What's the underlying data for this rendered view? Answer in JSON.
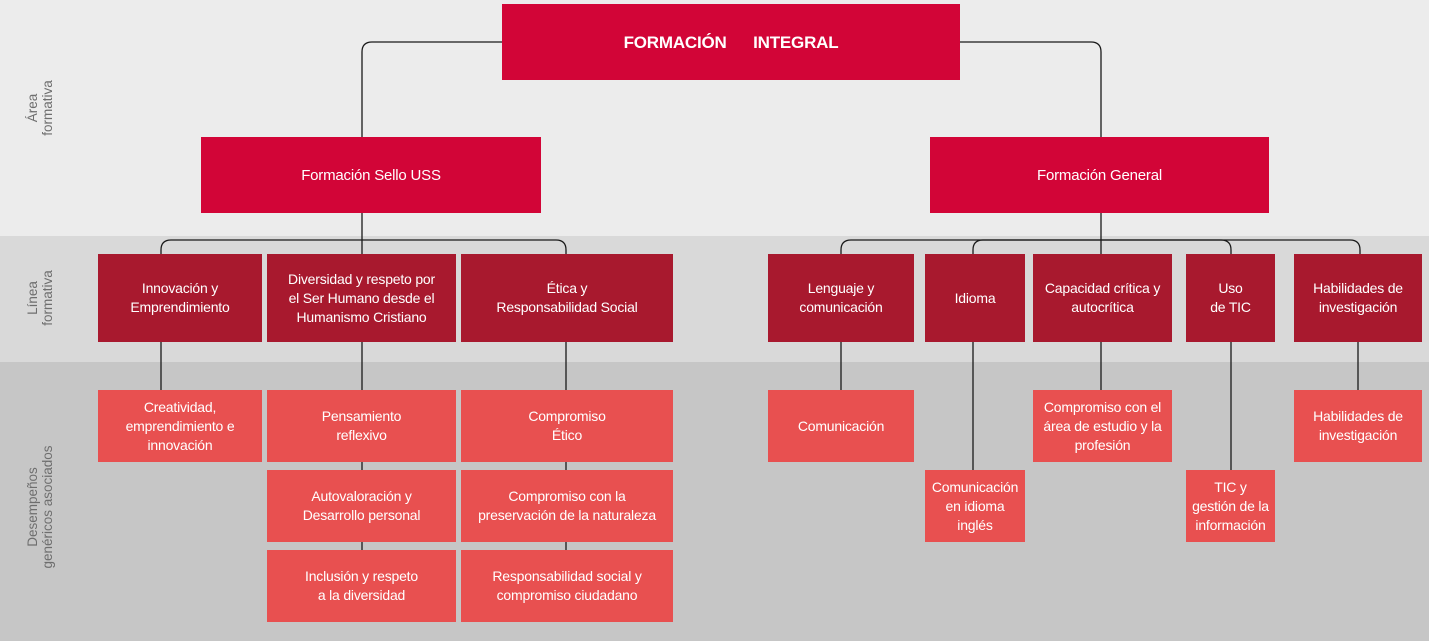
{
  "colors": {
    "root": "#d20537",
    "area": "#d20537",
    "linea": "#a8192e",
    "desempeno": "#e85050",
    "band_area": "#ececec",
    "band_linea": "#d9d9d9",
    "band_desempeno": "#c6c6c6",
    "connector": "#1a1a1a"
  },
  "bands": {
    "area": "Área\nformativa",
    "linea": "Línea\nformativa",
    "desempeno": "Desempeños\ngenéricos asociados"
  },
  "root": "FORMACIÓN INTEGRAL",
  "areas": [
    {
      "label": "Formación Sello USS",
      "lineas": [
        {
          "label": "Innovación y\nEmprendimiento",
          "desempenos": [
            "Creatividad,\nemprendimiento e\ninnovación"
          ]
        },
        {
          "label": "Diversidad y respeto por\nel Ser Humano desde el\nHumanismo Cristiano",
          "desempenos": [
            "Pensamiento\nreflexivo",
            "Autovaloración y\nDesarrollo personal",
            "Inclusión y respeto\na la diversidad"
          ]
        },
        {
          "label": "Ética y\nResponsabilidad Social",
          "desempenos": [
            "Compromiso\nÉtico",
            "Compromiso con la\npreservación de la naturaleza",
            "Responsabilidad social y\ncompromiso ciudadano"
          ]
        }
      ]
    },
    {
      "label": "Formación General",
      "lineas": [
        {
          "label": "Lenguaje y\ncomunicación",
          "desempenos": [
            "Comunicación"
          ]
        },
        {
          "label": "Idioma",
          "desempenos": [
            "Comunicación\nen idioma\ninglés"
          ]
        },
        {
          "label": "Capacidad crítica y\nautocrítica",
          "desempenos": [
            "Compromiso con el\nárea de estudio y la\nprofesión"
          ]
        },
        {
          "label": "Uso\nde TIC",
          "desempenos": [
            "TIC y\ngestión de la\ninformación"
          ]
        },
        {
          "label": "Habilidades de\ninvestigación",
          "desempenos": [
            "Habilidades de\ninvestigación"
          ]
        }
      ]
    }
  ]
}
